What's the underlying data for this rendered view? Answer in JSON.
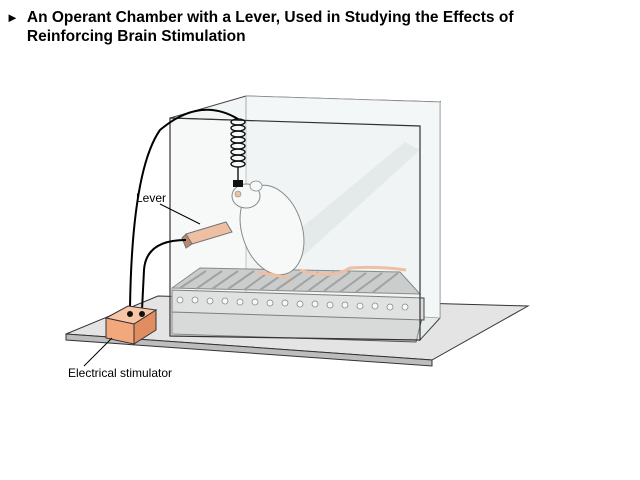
{
  "title": {
    "bullet": "►",
    "line1": "An Operant Chamber with a Lever, Used in Studying the Effects of",
    "line2": "Reinforcing Brain Stimulation"
  },
  "labels": {
    "lever": "Lever",
    "stimulator": "Electrical stimulator"
  },
  "colors": {
    "box_fill": "#f3a77d",
    "glass": "#e8eeee",
    "floor": "#d9d9d9",
    "grid_rod": "#9a9a9a",
    "wire": "#000000"
  }
}
